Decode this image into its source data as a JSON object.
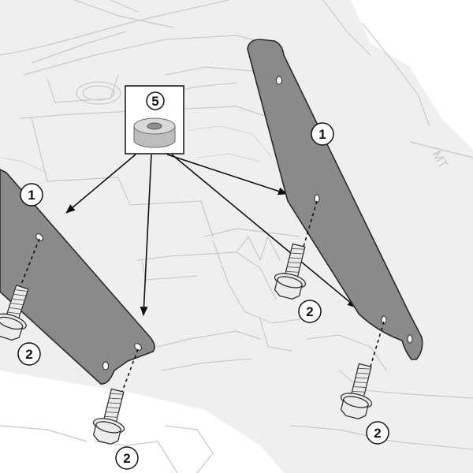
{
  "callouts": {
    "part_1": "1",
    "part_2": "2",
    "part_5": "5"
  },
  "background_text": "MT",
  "colors": {
    "bracket_fill": "#8a8a8a",
    "outline": "#c9c9c9",
    "background": "#efefef"
  }
}
